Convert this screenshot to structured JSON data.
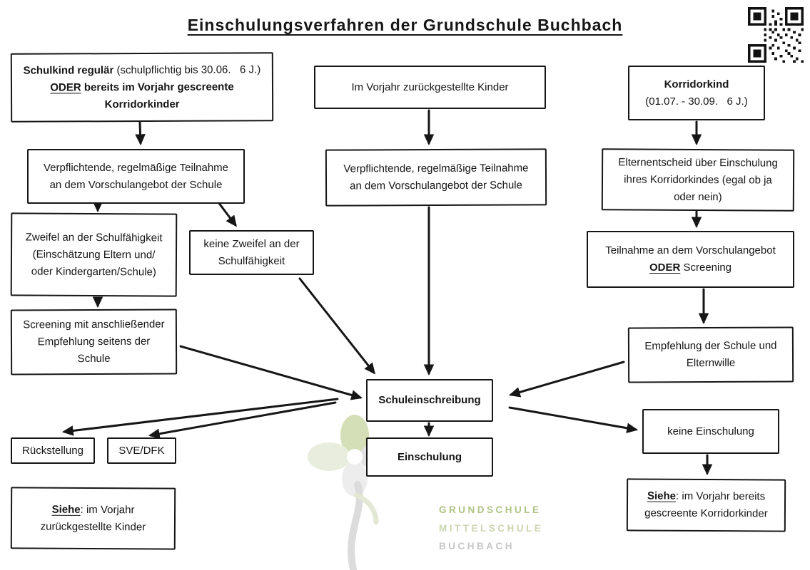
{
  "title": "Einschulungsverfahren der Grundschule Buchbach",
  "colors": {
    "ink": "#161616",
    "watermark_green": "#afc484",
    "watermark_gray": "#c6c6c6"
  },
  "nodes": {
    "schulkind": {
      "l1_bold": "Schulkind regulär",
      "l1_rest": " (schulpflichtig bis 30.06.   6 J.)",
      "l2_oder": "ODER",
      "l2_rest": " bereits im Vorjahr gescreente",
      "l3": "Korridorkinder"
    },
    "verpflichtende_links": {
      "l1": "Verpflichtende, regelmäßige Teilnahme",
      "l2": "an dem Vorschulangebot der Schule"
    },
    "zweifel": {
      "l1": "Zweifel an der Schulfähigkeit",
      "l2": "(Einschätzung Eltern und/",
      "l3": "oder Kindergarten/Schule)"
    },
    "keine_zweifel": {
      "l1": "keine Zweifel an der",
      "l2": "Schulfähigkeit"
    },
    "screening": {
      "l1": "Screening mit anschließender",
      "l2": "Empfehlung seitens der",
      "l3": "Schule"
    },
    "rueckstellung": {
      "label": "Rückstellung"
    },
    "sve_dfk": {
      "label": "SVE/DFK"
    },
    "siehe_links": {
      "siehe": "Siehe",
      "l1_rest": ": im Vorjahr",
      "l2": "zurückgestellte Kinder"
    },
    "im_vorjahr": {
      "label": "Im Vorjahr zurückgestellte Kinder"
    },
    "verpflichtende_mitte": {
      "l1": "Verpflichtende, regelmäßige Teilnahme",
      "l2": "an dem Vorschulangebot der Schule"
    },
    "schuleinschreibung": {
      "label": "Schuleinschreibung"
    },
    "einschulung": {
      "label": "Einschulung"
    },
    "korridorkind": {
      "l1": "Korridorkind",
      "l2": "(01.07. - 30.09.   6 J.)"
    },
    "elternentscheid": {
      "l1": "Elternentscheid über Einschulung",
      "l2": "ihres Korridorkindes (egal ob ja",
      "l3": "oder nein)"
    },
    "teilnahme": {
      "l1": "Teilnahme an dem Vorschulangebot",
      "l2_oder": "ODER",
      "l2_rest": " Screening"
    },
    "empfehlung": {
      "l1": "Empfehlung der Schule und",
      "l2": "Elternwille"
    },
    "keine_einschulung": {
      "label": "keine Einschulung"
    },
    "siehe_rechts": {
      "siehe": "Siehe",
      "l1_rest": ": im Vorjahr bereits",
      "l2": "gescreente Korridorkinder"
    }
  },
  "watermark": {
    "line1": "GRUNDSCHULE",
    "line2": "MITTELSCHULE",
    "line3": "BUCHBACH"
  }
}
